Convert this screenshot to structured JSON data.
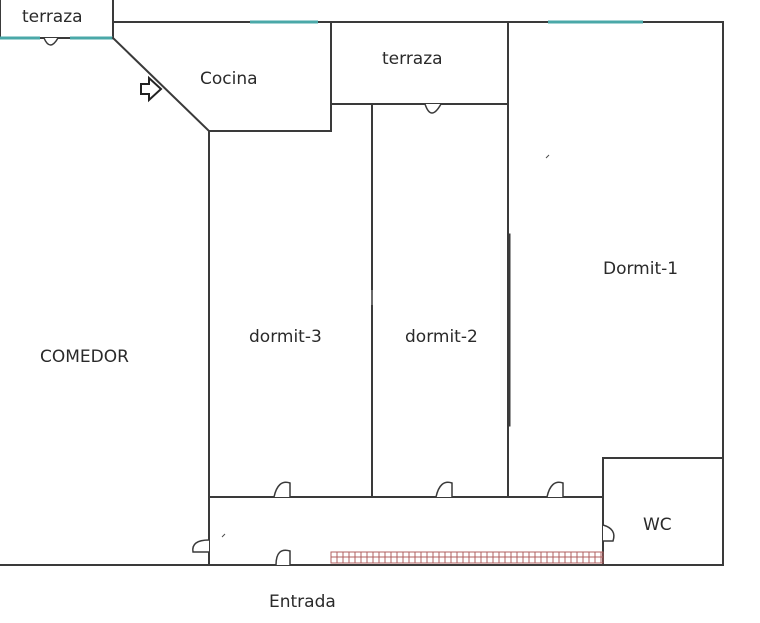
{
  "rooms": {
    "terraza_left": "terraza",
    "cocina": "Cocina",
    "terraza_middle": "terraza",
    "dormit_1": "Dormit-1",
    "dormit_2": "dormit-2",
    "dormit_3": "dormit-3",
    "comedor": "COMEDOR",
    "wc": "WC",
    "entrada": "Entrada"
  },
  "colors": {
    "wall": "#3a3a3a",
    "window": "#4aa8a8",
    "counter_hatch": "#b06060"
  },
  "icons": {
    "entrance_arrow": "arrow-right-outline-icon"
  }
}
